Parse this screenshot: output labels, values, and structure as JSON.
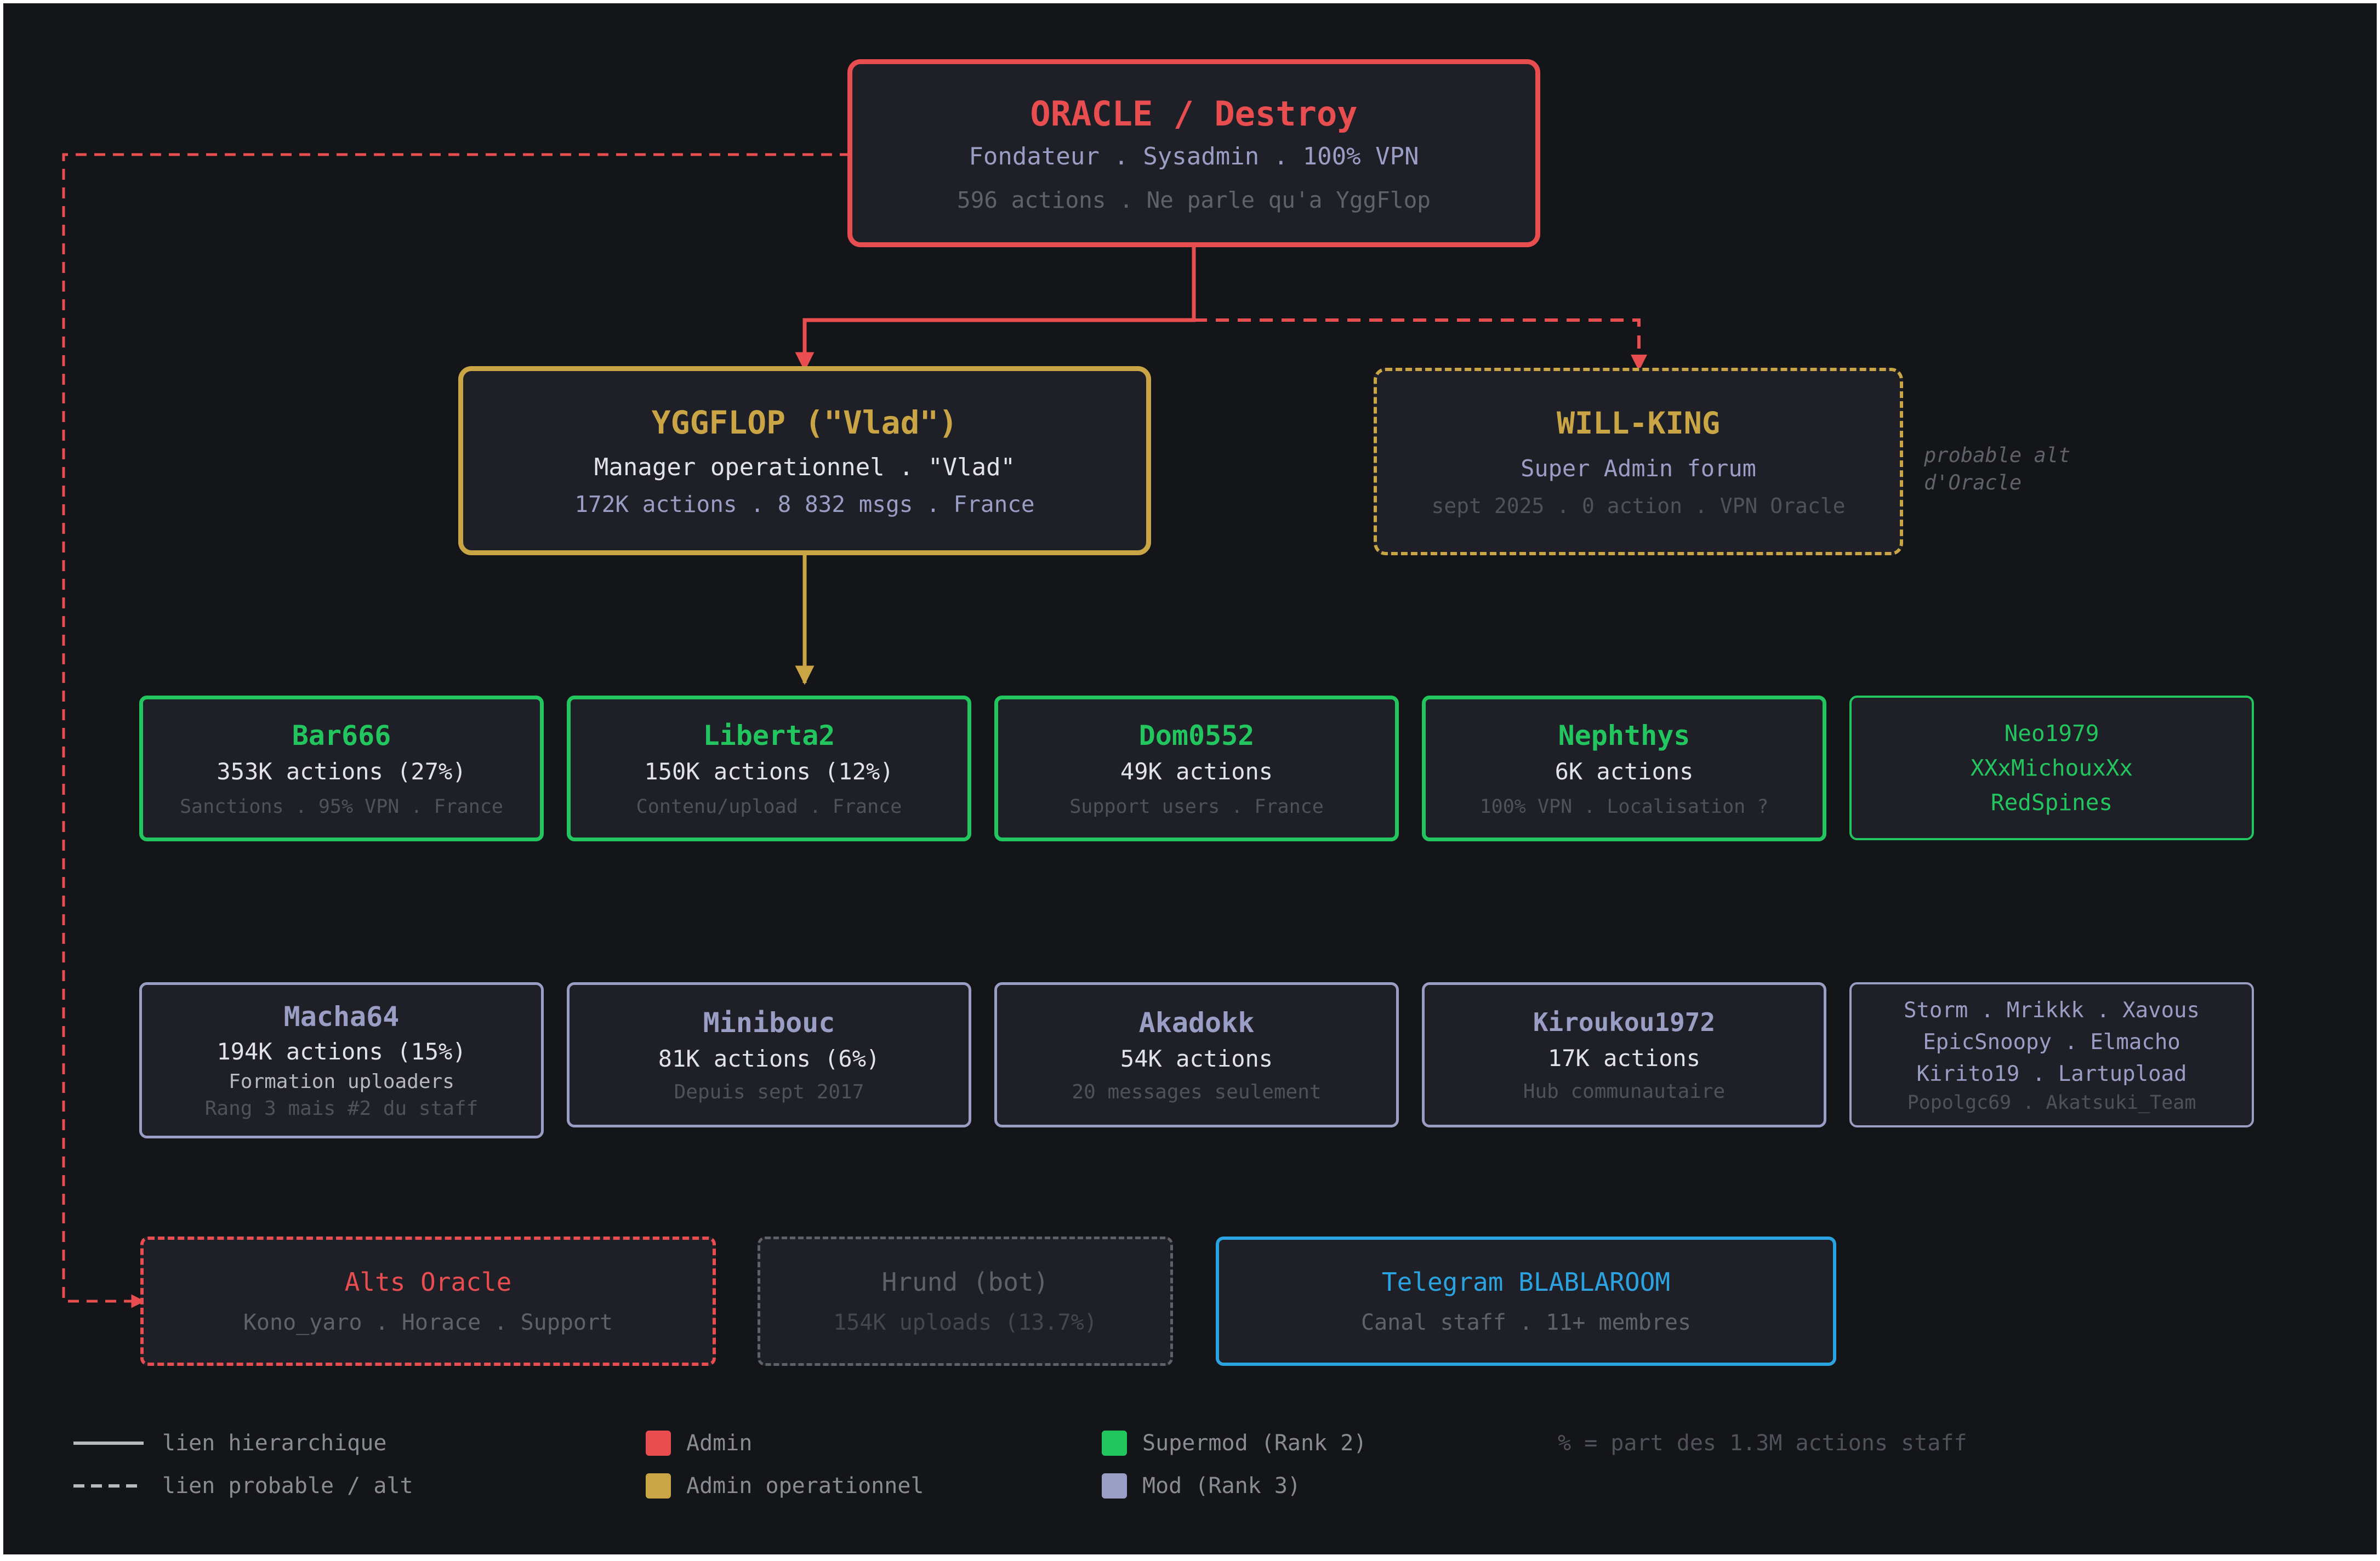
{
  "colors": {
    "admin": "#e84d4f",
    "admin_op": "#c9a545",
    "supermod": "#22c55e",
    "mod": "#9a9dc4",
    "telegram": "#2aa3e0",
    "bot": "#5f6068",
    "background": "#141518",
    "box_fill": "#1f2027"
  },
  "oracle": {
    "title": "ORACLE / Destroy",
    "line1": "Fondateur . Sysadmin . 100% VPN",
    "line2": "596 actions . Ne parle qu'a YggFlop"
  },
  "yggflop": {
    "title": "YGGFLOP (\"Vlad\")",
    "line1": "Manager operationnel . \"Vlad\"",
    "line2": "172K actions . 8 832 msgs . France"
  },
  "willking": {
    "title": "WILL-KING",
    "line1": "Super Admin forum",
    "line2": "sept 2025 . 0 action . VPN Oracle",
    "note_line1": "probable alt",
    "note_line2": "d'Oracle"
  },
  "supermods": [
    {
      "name": "Bar666",
      "line1": "353K actions (27%)",
      "line2": "Sanctions . 95% VPN . France"
    },
    {
      "name": "Liberta2",
      "line1": "150K actions (12%)",
      "line2": "Contenu/upload . France"
    },
    {
      "name": "Dom0552",
      "line1": "49K actions",
      "line2": "Support users . France"
    },
    {
      "name": "Nephthys",
      "line1": "6K actions",
      "line2": "100% VPN . Localisation ?"
    }
  ],
  "supermods_other": [
    "Neo1979",
    "XXxMichouxXx",
    "RedSpines"
  ],
  "mods": [
    {
      "name": "Macha64",
      "line1": "194K actions (15%)",
      "line2": "Formation uploaders",
      "line3": "Rang 3 mais #2 du staff"
    },
    {
      "name": "Minibouc",
      "line1": "81K actions (6%)",
      "line2": "Depuis sept 2017"
    },
    {
      "name": "Akadokk",
      "line1": "54K actions",
      "line2": "20 messages seulement"
    },
    {
      "name": "Kiroukou1972",
      "line1": "17K actions",
      "line2": "Hub communautaire"
    }
  ],
  "mods_other": [
    "Storm . Mrikkk . Xavous",
    "EpicSnoopy . Elmacho",
    "Kirito19 . Lartupload",
    "Popolgc69 . Akatsuki_Team"
  ],
  "alts": {
    "title": "Alts Oracle",
    "line1": "Kono_yaro . Horace . Support"
  },
  "bot": {
    "title": "Hrund (bot)",
    "line1": "154K uploads (13.7%)"
  },
  "telegram": {
    "title": "Telegram BLABLAROOM",
    "line1": "Canal staff . 11+ membres"
  },
  "legend": {
    "solid": "lien hierarchique",
    "dashed": "lien probable / alt",
    "admin": "Admin",
    "admin_op": "Admin operationnel",
    "supermod": "Supermod (Rank 2)",
    "mod": "Mod (Rank 3)",
    "note": "% = part des 1.3M actions staff"
  }
}
